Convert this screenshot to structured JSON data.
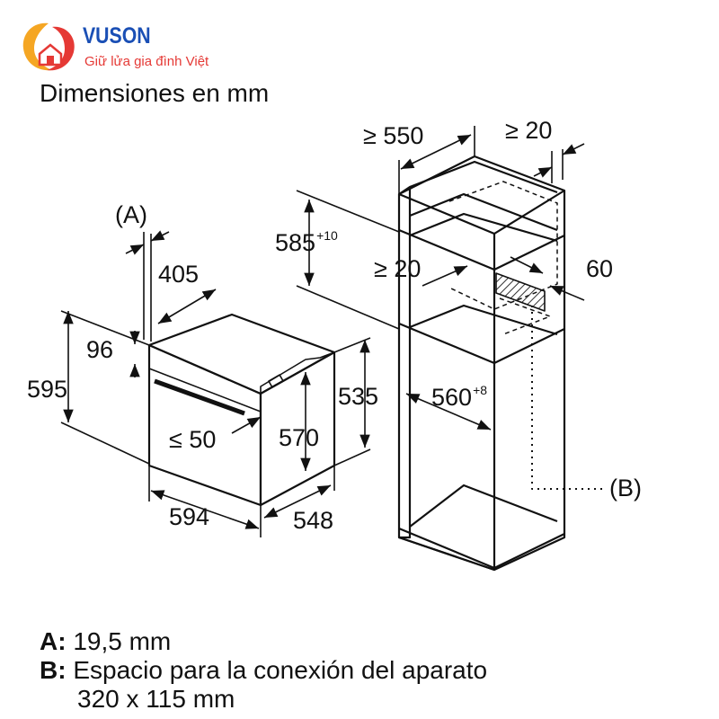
{
  "brand": {
    "name": "VUSON",
    "tagline": "Giữ lửa gia đình Việt",
    "colors": {
      "red": "#e53935",
      "orange": "#f5a623",
      "blue": "#1a4fb5"
    }
  },
  "title": "Dimensiones en mm",
  "dimensions": {
    "a_marker": "(A)",
    "d405": "405",
    "d96": "96",
    "d595": "595",
    "d50": "≤ 50",
    "d570": "570",
    "d535": "535",
    "d594": "594",
    "d548": "548",
    "d550": "≥ 550",
    "d20_top": "≥ 20",
    "d585": "585",
    "d585_tol": "+10",
    "d20_mid": "≥ 20",
    "d60": "60",
    "d560": "560",
    "d560_tol": "+8",
    "b_marker": "(B)"
  },
  "legend": {
    "a_key": "A:",
    "a_text": "19,5 mm",
    "b_key": "B:",
    "b_text_line1": "Espacio para la conexión del aparato",
    "b_text_line2": "320 x 115 mm"
  }
}
